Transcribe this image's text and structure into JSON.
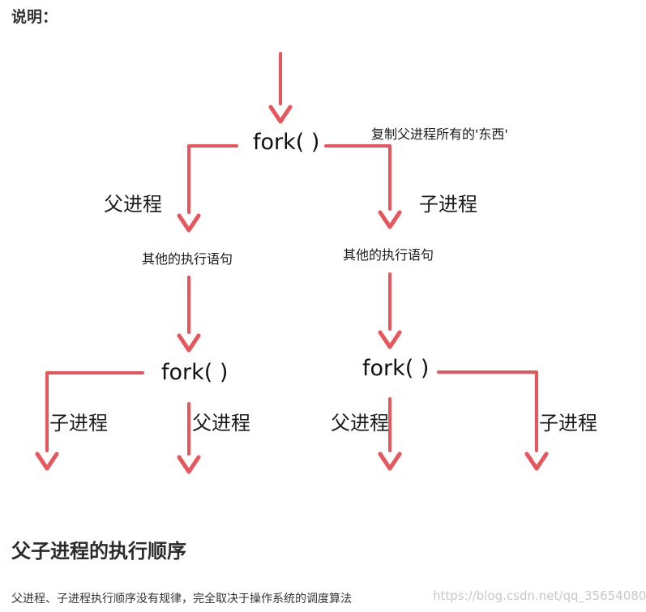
{
  "intro_label": "说明：",
  "diagram": {
    "fork_label": "fork( )",
    "copy_note": "复制父进程所有的'东西'",
    "parent_label": "父进程",
    "child_label": "子进程",
    "other_statements": "其他的执行语句",
    "arrow_color": "#e8555a"
  },
  "section": {
    "heading": "父子进程的执行顺序",
    "body": "父进程、子进程执行顺序没有规律，完全取决于操作系统的调度算法"
  },
  "watermark": "https://blog.csdn.net/qq_35654080"
}
